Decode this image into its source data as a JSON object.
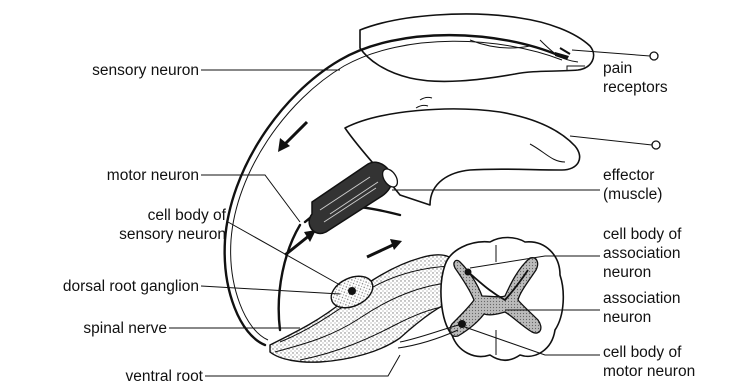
{
  "labels": {
    "sensory_neuron": "sensory neuron",
    "motor_neuron": "motor neuron",
    "cell_body_sensory_1": "cell body of",
    "cell_body_sensory_2": "sensory neuron",
    "dorsal_root_ganglion": "dorsal root ganglion",
    "spinal_nerve": "spinal nerve",
    "ventral_root": "ventral root",
    "pain_receptors_1": "pain",
    "pain_receptors_2": "receptors",
    "effector_1": "effector",
    "effector_2": "(muscle)",
    "cell_body_assoc_1": "cell body of",
    "cell_body_assoc_2": "association",
    "cell_body_assoc_3": "neuron",
    "assoc_neuron_1": "association",
    "assoc_neuron_2": "neuron",
    "cell_body_motor_1": "cell body of",
    "cell_body_motor_2": "motor neuron"
  }
}
